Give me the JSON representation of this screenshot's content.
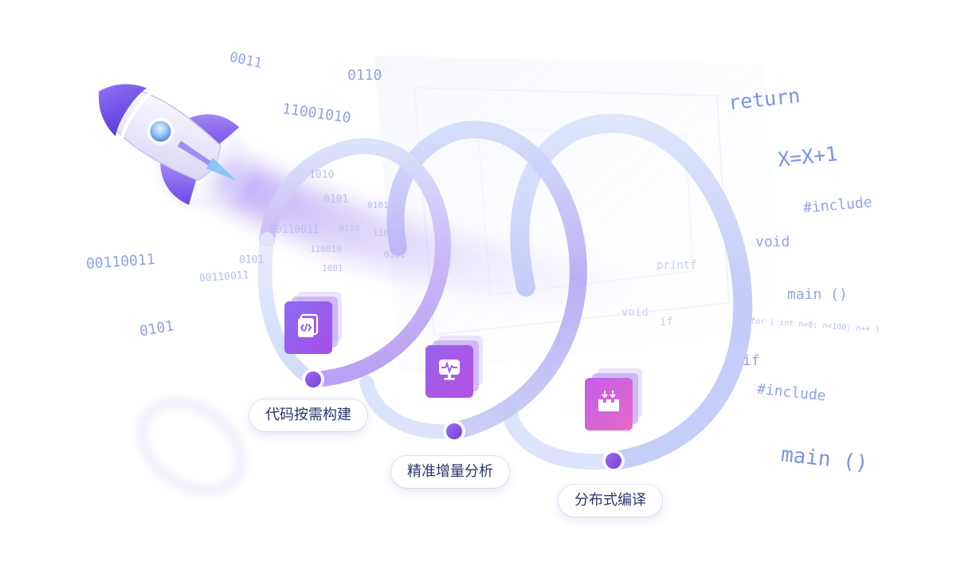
{
  "features": [
    {
      "label": "代码按需构建",
      "icon": "code-file-icon"
    },
    {
      "label": "精准增量分析",
      "icon": "monitor-pulse-icon"
    },
    {
      "label": "分布式编译",
      "icon": "distributed-build-icon"
    }
  ],
  "code_snippets": {
    "b1": "0011",
    "b2": "0110",
    "b3": "11001010",
    "b4": "1010",
    "b5": "0101",
    "b6": "0101",
    "b7": "00110011",
    "b8": "0110",
    "b9": "110010",
    "b10": "110010",
    "b11": "0101",
    "b12": "1001",
    "b13": "0101",
    "b14": "00110011",
    "b15": "00110011",
    "b16": "0101",
    "c1": "return",
    "c2": "X=X+1",
    "c3": "#include",
    "c4": "void",
    "c5": "printf",
    "c6": "main ()",
    "c7": "void",
    "c8": "if",
    "c9": "for ( int n=0; n<100; n++ )",
    "c10": "if",
    "c11": "#include",
    "c12": "main ()"
  },
  "colors": {
    "purple": "#7b5cf0",
    "lavender": "#b9a6f5",
    "light_blue": "#c7d6fb",
    "pink": "#e36ad0",
    "text_dark": "#2b3570",
    "code_blue": "#8fa3ea"
  }
}
